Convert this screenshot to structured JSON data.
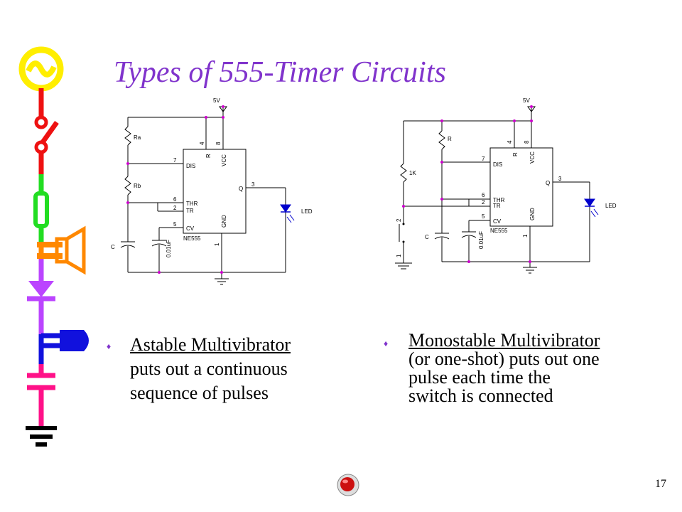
{
  "slide": {
    "title": "Types of 555-Timer Circuits",
    "page_number": "17"
  },
  "astable": {
    "heading": "Astable Multivibrator",
    "line2": "puts out a continuous",
    "line3": "sequence of pulses",
    "labels": {
      "vcc": "5V",
      "ra": "Ra",
      "rb": "Rb",
      "c": "C",
      "cv_cap": "0.01uF",
      "chip": "NE555",
      "dis": "DIS",
      "thr": "THR",
      "tr": "TR",
      "cv": "CV",
      "r": "R",
      "vccpin": "VCC",
      "gnd": "GND",
      "q": "Q",
      "led": "LED",
      "p4": "4",
      "p8": "8",
      "p7": "7",
      "p6": "6",
      "p2": "2",
      "p5": "5",
      "p1": "1",
      "p3": "3"
    }
  },
  "monostable": {
    "heading": "Monostable Multivibrator",
    "line2": "(or one-shot) puts out one",
    "line3": "pulse each time the",
    "line4": "switch is connected",
    "labels": {
      "vcc": "5V",
      "r": "R",
      "r1k": "1K",
      "c": "C",
      "cv_cap": "0.01uF",
      "chip": "NE555",
      "dis": "DIS",
      "thr": "THR",
      "tr": "TR",
      "cv": "CV",
      "rpin": "R",
      "vccpin": "VCC",
      "gnd": "GND",
      "q": "Q",
      "led": "LED",
      "p4": "4",
      "p8": "8",
      "p7": "7",
      "p6": "6",
      "p2": "2",
      "p5": "5",
      "p1": "1",
      "p3": "3",
      "sw2": "2",
      "sw1": "1"
    }
  },
  "colors": {
    "title": "#8033cc",
    "bullet": "#8033cc",
    "sidebar_yellow": "#ffee00",
    "sidebar_red": "#ee1111",
    "sidebar_green": "#22dd22",
    "sidebar_orange": "#ff8800",
    "sidebar_purple": "#bb44ff",
    "sidebar_blue": "#1111dd",
    "sidebar_magenta": "#ff1188",
    "wire": "#000000",
    "node": "#cc00cc",
    "led": "#0000cc"
  }
}
